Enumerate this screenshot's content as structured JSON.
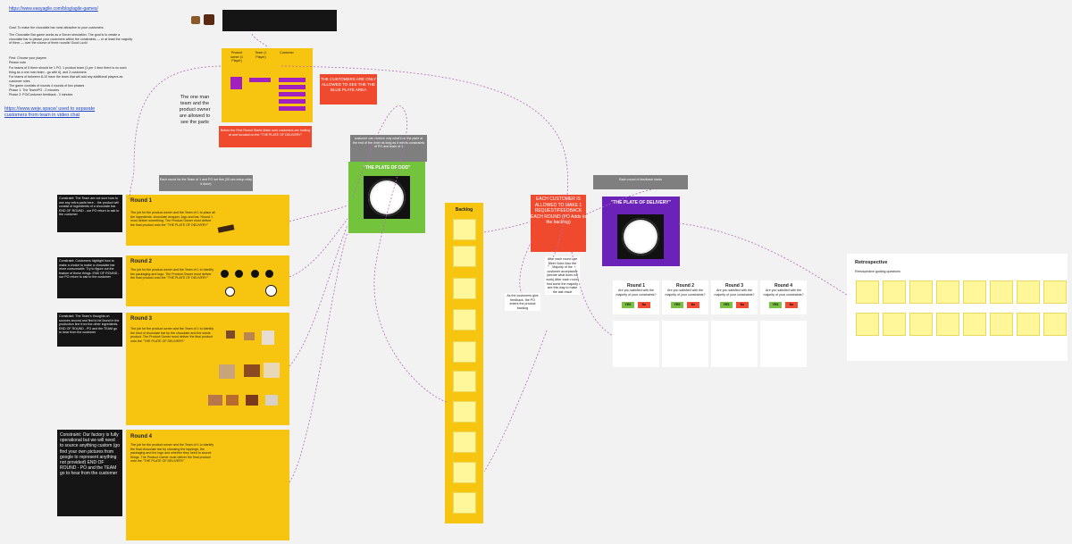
{
  "links": {
    "game_url": "https://www.easyagile.com/blog/agile-games/",
    "weje_note": "https://www.weje.space/ used to separate customers from team in video chat"
  },
  "intro_text": {
    "goal": "Goal: To make the chocolate bar most attractive to your customers",
    "description": "The Chocolate Bar game works as a Scrum simulation. The goal is to create a chocolate bar to please your customers within the constraints — or at least the majority of them — over the course of three rounds! Good Luck!",
    "first": "First: Choose your players",
    "please_note": "Please note",
    "bullets": [
      "For teams of 5 there should be 1 PO, 1 product team (1 per 1 time there is no such thing as a one man team - go with it), and 3 customers",
      "For teams of between 8-10 have the team that will add any additional players as customer roles",
      "The game consists of rounds 4 rounds of two phases",
      "Phase 1: The Team/PO - 2 minutes",
      "Phase 2: PO/Customer feedback - 3 minutes"
    ]
  },
  "board_header": {
    "col_product_owner": "Product owner (1 Player)",
    "col_team": "Team (1 Player)",
    "col_customer": "Customer",
    "rules_note": "Before the First Round Starts Make sure customers are looking at and focused on the \"THE PLATE OF DELIVERY\""
  },
  "notes": {
    "one_man": "The one man team and the product owner are allowed to see the parts",
    "customers_only": "THE CUSTOMERS ARE ONLY ALLOWED TO SEE THE THE BLUE PLATE AREA",
    "each_round_team": "Each round for the Team of 1 and PO set this (30 sec setup relay if done)",
    "customer_can_receive": "customer can receive only what's on the plate at the end of the timer as long as it meets constraints of PO and team of 1",
    "each_round_feedback": "Each round of feedback starts",
    "feedback_limit": "EACH CUSTOMER IS ALLOWED TO MAKE 1 REQUEST/FEEDBACK EACH ROUND (PO Adds to the backlog)",
    "after_each_round": "After each round use Meet Voice Also the Majority of the customer acceptance (decide what does not work) After each round find some the majority see this way to make the last result",
    "customer_feedback": "As the customers give feedback, the PO enters the product backlog"
  },
  "plates": {
    "dod_title": "\"THE PLATE OF DOD\"",
    "delivery_title": "\"THE PLATE OF DELIVERY\""
  },
  "backlog": {
    "title": "Backlog"
  },
  "rounds": [
    {
      "title": "Round 1",
      "constraint": "Constraint: The Team are not sure how to use any extra parts here... the product will consist of ingredients of a chocolate bar. END OF ROUND - our PO return to ask to the customer",
      "body": "The job for the product owner and the Team of 1 to place all the ingredients: chocolate wrapper, logo and bar. Round 1 must deliver something. The Product Owner must deliver the final product onto the \"THE PLATE OF DELIVERY\""
    },
    {
      "title": "Round 2",
      "constraint": "Constraint: Customers highlight how to make a choice to make a chocolate bar more consumable. Try to figure out the feature of these things. END OF ROUND - our PO return to ask to the customer",
      "body": "The job for the product owner and the Team of 1 to identify the packaging and logo. The Product Owner must deliver the final product onto the \"THE PLATE OF DELIVERY\""
    },
    {
      "title": "Round 3",
      "constraint": "Constraint: The Team's thoughts on sources around and find to be found in the production line from the other ingredients. END OF ROUND - PO and the TEAM go to hear from the customer",
      "body": "The job for the product owner and the Team of 1 to identify the kind of chocolate bar by the chocolate and the whole product. The Product Owner must deliver the final product onto the \"THE PLATE OF DELIVERY\""
    },
    {
      "title": "Round 4",
      "constraint": "Constraint: Our factory is fully operational but we will need to source anything custom (go find your own pictures from google to represent anything not provided) END OF ROUND - PO and the TEAM go to hear from the customer",
      "body": "The job for the product owner and the Team of 1 to identify the final chocolate bar by choosing the toppings, the packaging and the logo and whether they need to source things. The Product Owner must deliver the final product onto the \"THE PLATE OF DELIVERY\""
    }
  ],
  "feedback_rounds": [
    {
      "title": "Round 1",
      "question": "Are you satisfied with the majority of your constraints?",
      "yes": "YES",
      "no": "No"
    },
    {
      "title": "Round 2",
      "question": "Are you satisfied with the majority of your constraints?",
      "yes": "YES",
      "no": "No"
    },
    {
      "title": "Round 3",
      "question": "Are you satisfied with the majority of your constraints?",
      "yes": "YES",
      "no": "No"
    },
    {
      "title": "Round 4",
      "question": "Are you satisfied with the majority of your constraints?",
      "yes": "YES",
      "no": "No"
    }
  ],
  "retro": {
    "title": "Retrospective",
    "subtitle": "Retrospective guiding questions"
  },
  "colors": {
    "yellow": "#f7c40f",
    "red": "#f04a2e",
    "green": "#74c33d",
    "purple": "#6a22b8",
    "black": "#151515",
    "sticky": "#fff799",
    "link": "#1a46c7"
  }
}
